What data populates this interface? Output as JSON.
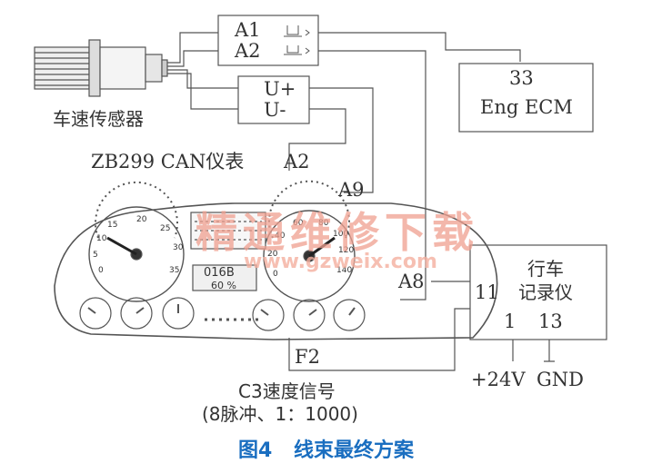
{
  "labels": {
    "a1": "A1",
    "a2": "A2",
    "u_plus": "U+",
    "u_minus": "U-",
    "sensor": "车速传感器",
    "ecm_num": "33",
    "ecm_name": "Eng ECM",
    "cluster_name": "ZB299 CAN仪表",
    "pin_a2": "A2",
    "pin_a9": "A9",
    "pin_a8": "A8",
    "pin_f2": "F2",
    "recorder_l1": "行车",
    "recorder_l2": "记录仪",
    "pin_11": "11",
    "pin_1": "1",
    "pin_13": "13",
    "v24": "+24V",
    "gnd": "GND",
    "signal_l1": "C3速度信号",
    "signal_l2": "(8脉冲、1：1000)"
  },
  "caption": {
    "fig": "图4",
    "title": "线束最终方案"
  },
  "watermark": {
    "text": "精通维修下载",
    "url": "www.gzweix.com"
  },
  "gauges": {
    "speed_ticks": [
      "0",
      "5",
      "10",
      "15",
      "20",
      "25",
      "30",
      "35"
    ],
    "tacho_ticks": [
      "0",
      "20",
      "40",
      "60",
      "80",
      "100",
      "120",
      "140"
    ],
    "odo": "016B",
    "percent": "60 %"
  },
  "colors": {
    "line": "#555555",
    "caption": "#1a6ec0",
    "watermark": "#f0a090"
  }
}
